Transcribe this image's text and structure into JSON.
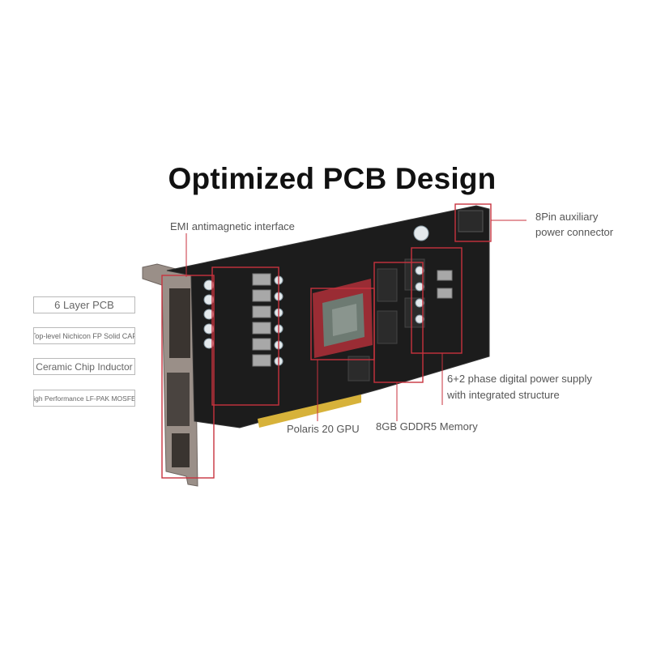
{
  "title": "Optimized PCB Design",
  "colors": {
    "highlight": "#c8323e",
    "pcb": "#1c1c1c",
    "gold": "#d7b23a",
    "bracket": "#9a8f88"
  },
  "labels": {
    "emi": "EMI antimagnetic interface",
    "pin8_line1": "8Pin auxiliary",
    "pin8_line2": "power connector",
    "gpu": "Polaris 20 GPU",
    "memory": "8GB GDDR5 Memory",
    "phase_line1": "6+2 phase digital power supply",
    "phase_line2": "with integrated structure"
  },
  "feature_boxes": [
    "6 Layer PCB",
    "Top-level Nichicon FP Solid CAP",
    "Ceramic Chip Inductor",
    "High Performance LF-PAK MOSFET"
  ]
}
